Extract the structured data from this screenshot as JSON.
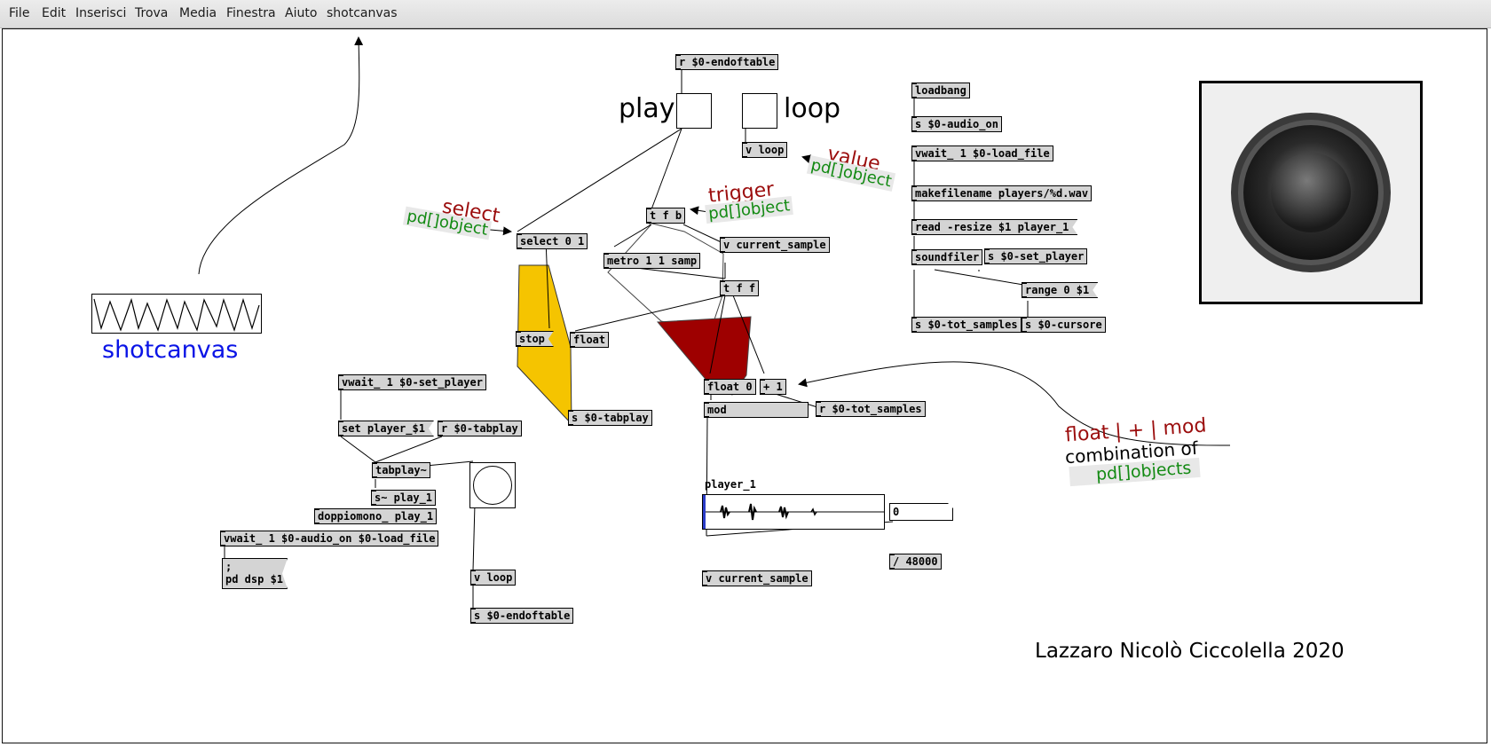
{
  "menubar": {
    "items": [
      "File",
      "Edit",
      "Inserisci",
      "Trova",
      "Media",
      "Finestra",
      "Aiuto",
      "shotcanvas"
    ]
  },
  "labels": {
    "play": "play",
    "loop": "loop",
    "shotcanvas": "shotcanvas",
    "select": "select",
    "trigger": "trigger",
    "value": "value",
    "pd_object": "pd[]object",
    "float_mod": "float | + | mod",
    "combination_of": "combination of",
    "pd_objects": "pd[]objects",
    "array_name": "player_1",
    "signature": "Lazzaro Nicolò Ciccolella 2020"
  },
  "objects": {
    "r_endoftable": "r $0-endoftable",
    "v_loop_top": "v loop",
    "select": "select 0 1",
    "tfb": "t f b",
    "v_current_sample_top": "v current_sample",
    "metro": "metro 1 1 samp",
    "tff": "t f f",
    "stop": "stop",
    "float": "float",
    "float0": "float 0",
    "plus1": "+ 1",
    "mod": "mod",
    "r_tot_samples": "r $0-tot_samples",
    "s_tabplay": "s $0-tabplay",
    "vwait_set_player": "vwait_ 1 $0-set_player",
    "set_player": "set player_$1",
    "r_tabplay": "r $0-tabplay",
    "tabplay": "tabplay~",
    "s_play1": "s~ play_1",
    "doppiomono": "doppiomono_ play_1",
    "vwait_audio_on": "vwait_ 1 $0-audio_on $0-load_file",
    "pd_dsp": ";\npd dsp $1",
    "v_loop_bottom": "v loop",
    "s_endoftable": "s $0-endoftable",
    "loadbang": "loadbang",
    "s_audio_on": "s $0-audio_on",
    "vwait_load_file": "vwait_ 1 $0-load_file",
    "makefilename": "makefilename players/%d.wav",
    "read_resize": "read -resize $1 player_1",
    "soundfiler": "soundfiler",
    "s_set_player": "s $0-set_player",
    "range": "range 0 $1",
    "s_tot_samples": "s $0-tot_samples",
    "s_cursore": "s $0-cursore",
    "div48000": "/ 48000",
    "v_current_sample_bottom": "v current_sample"
  },
  "number_box": {
    "value": "0"
  },
  "colors": {
    "select_fill": "#f5c400",
    "trigger_fill": "#9e0000",
    "shotcanvas_label": "#0a14e6",
    "pd_object_green": "#138a13",
    "comment_red": "#9b0d0d",
    "array_cursor": "#2a3cc8"
  }
}
